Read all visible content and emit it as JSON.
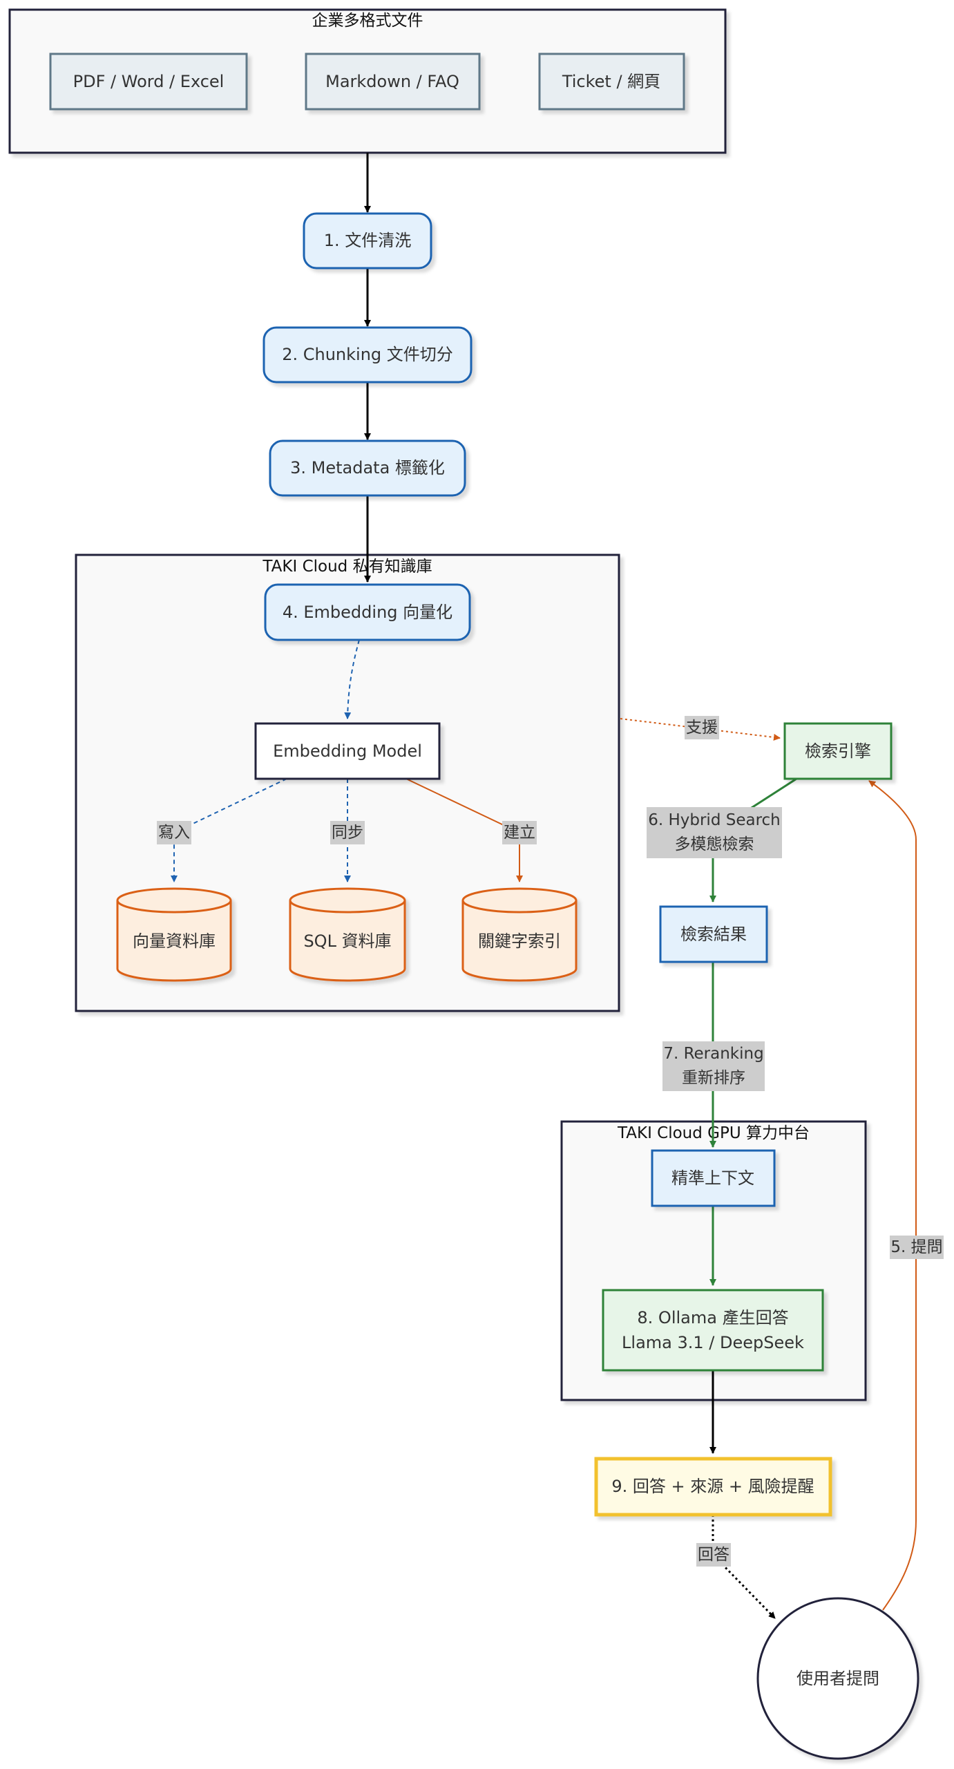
{
  "groups": {
    "sources": "企業多格式文件",
    "kb": "TAKI Cloud 私有知識庫",
    "gpu": "TAKI Cloud GPU 算力中台"
  },
  "nodes": {
    "pdf": "PDF / Word / Excel",
    "markdown": "Markdown / FAQ",
    "ticket": "Ticket / 網頁",
    "step1": "1. 文件清洗",
    "step2": "2. Chunking 文件切分",
    "step3": "3. Metadata 標籤化",
    "step4": "4. Embedding 向量化",
    "model": "Embedding Model",
    "vectordb": "向量資料庫",
    "sqldb": "SQL 資料庫",
    "keyword": "關鍵字索引",
    "engine": "檢索引擎",
    "results": "檢索結果",
    "context": "精準上下文",
    "ollama_1": "8. Ollama 產生回答",
    "ollama_2": "Llama 3.1 / DeepSeek",
    "answer": "9. 回答 + 來源 + 風險提醒",
    "user": "使用者提問"
  },
  "edges": {
    "write": "寫入",
    "sync": "同步",
    "build": "建立",
    "support": "支援",
    "hybrid_1": "6. Hybrid Search",
    "hybrid_2": "多模態檢索",
    "rerank_1": "7. Reranking",
    "rerank_2": "重新排序",
    "ask": "5. 提問",
    "reply": "回答"
  },
  "colors": {
    "group_border": "#22223a",
    "group_fill": "#f9f9f9",
    "source_border": "#5f7888",
    "source_fill": "#e8eef2",
    "step_border": "#1f63b1",
    "step_fill": "#e4f1fc",
    "db_border": "#db6117",
    "db_fill": "#fdeedf",
    "search_border": "#2e8239",
    "search_fill": "#e7f5e8",
    "answer_border": "#f2c12e",
    "answer_fill": "#fffbe4",
    "label_bg": "#cdcdcd",
    "black": "#000000",
    "blue": "#1f63b1",
    "orange": "#d15b16",
    "green": "#2e8239"
  }
}
